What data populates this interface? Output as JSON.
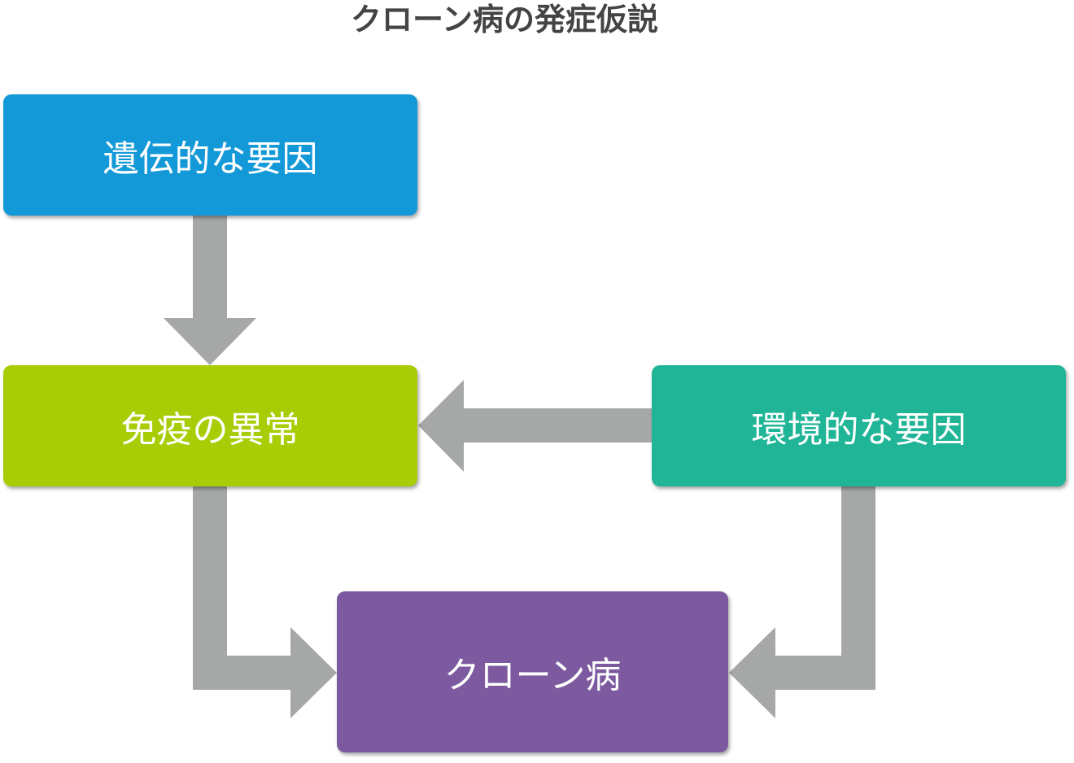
{
  "title": "クローン病の発症仮説",
  "nodes": {
    "genetic": {
      "label": "遺伝的な要因",
      "color": "#1499d8"
    },
    "immune": {
      "label": "免疫の異常",
      "color": "#a8cc05"
    },
    "environment": {
      "label": "環境的な要因",
      "color": "#21b597"
    },
    "crohn": {
      "label": "クローン病",
      "color": "#7d5aa0"
    }
  },
  "edges": [
    {
      "from": "genetic",
      "to": "immune"
    },
    {
      "from": "environment",
      "to": "immune"
    },
    {
      "from": "immune",
      "to": "crohn"
    },
    {
      "from": "environment",
      "to": "crohn"
    }
  ],
  "arrow_color": "#a6a8a7"
}
